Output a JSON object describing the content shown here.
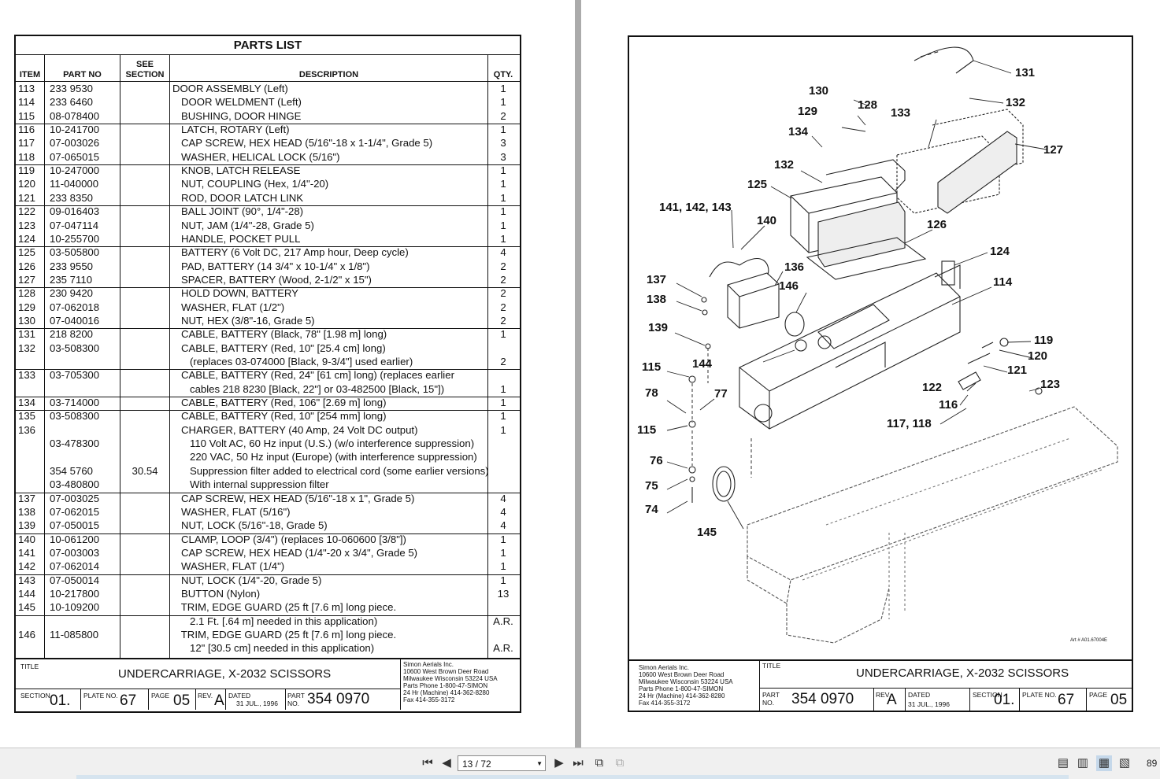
{
  "parts_list": {
    "title": "PARTS LIST",
    "headers": {
      "item": "ITEM",
      "part_no": "PART NO",
      "see_section_1": "SEE",
      "see_section_2": "SECTION",
      "description": "DESCRIPTION",
      "qty": "QTY."
    },
    "rows": [
      [
        "113",
        "233 9530",
        "",
        "DOOR ASSEMBLY (Left)",
        "1"
      ],
      [
        "114",
        "233 6460",
        "",
        "   DOOR WELDMENT (Left)",
        "1"
      ],
      [
        "115",
        "08-078400",
        "",
        "   BUSHING, DOOR HINGE",
        "2"
      ],
      [
        "116",
        "10-241700",
        "",
        "   LATCH, ROTARY (Left)",
        "1"
      ],
      [
        "117",
        "07-003026",
        "",
        "   CAP SCREW, HEX HEAD (5/16\"-18 x 1-1/4\", Grade 5)",
        "3"
      ],
      [
        "118",
        "07-065015",
        "",
        "   WASHER, HELICAL LOCK (5/16\")",
        "3"
      ],
      [
        "119",
        "10-247000",
        "",
        "   KNOB, LATCH RELEASE",
        "1"
      ],
      [
        "120",
        "11-040000",
        "",
        "   NUT, COUPLING (Hex, 1/4\"-20)",
        "1"
      ],
      [
        "121",
        "233 8350",
        "",
        "   ROD, DOOR LATCH LINK",
        "1"
      ],
      [
        "122",
        "09-016403",
        "",
        "   BALL JOINT (90°, 1/4\"-28)",
        "1"
      ],
      [
        "123",
        "07-047114",
        "",
        "   NUT, JAM (1/4\"-28, Grade 5)",
        "1"
      ],
      [
        "124",
        "10-255700",
        "",
        "   HANDLE, POCKET PULL",
        "1"
      ],
      [
        "125",
        "03-505800",
        "",
        "   BATTERY (6 Volt DC, 217 Amp hour, Deep cycle)",
        "4"
      ],
      [
        "126",
        "233 9550",
        "",
        "   PAD, BATTERY (14 3/4\" x 10-1/4\" x 1/8\")",
        "2"
      ],
      [
        "127",
        "235 7110",
        "",
        "   SPACER, BATTERY (Wood, 2-1/2\" x 15\")",
        "2"
      ],
      [
        "128",
        "230 9420",
        "",
        "   HOLD DOWN, BATTERY",
        "2"
      ],
      [
        "129",
        "07-062018",
        "",
        "   WASHER, FLAT (1/2\")",
        "2"
      ],
      [
        "130",
        "07-040016",
        "",
        "   NUT, HEX (3/8\"-16, Grade 5)",
        "2"
      ],
      [
        "131",
        "218 8200",
        "",
        "   CABLE, BATTERY (Black, 78\" [1.98 m] long)",
        "1"
      ],
      [
        "132",
        "03-508300",
        "",
        "   CABLE, BATTERY (Red, 10\" [25.4 cm] long)",
        ""
      ],
      [
        "",
        "",
        "",
        "      (replaces 03-074000 [Black, 9-3/4\"] used earlier)",
        "2"
      ],
      [
        "133",
        "03-705300",
        "",
        "   CABLE, BATTERY (Red, 24\" [61 cm] long) (replaces earlier",
        ""
      ],
      [
        "",
        "",
        "",
        "      cables 218 8230 [Black, 22\"] or 03-482500 [Black, 15\"])",
        "1"
      ],
      [
        "134",
        "03-714000",
        "",
        "   CABLE, BATTERY (Red, 106\" [2.69 m] long)",
        "1"
      ],
      [
        "135",
        "03-508300",
        "",
        "   CABLE, BATTERY (Red, 10\" [254 mm] long)",
        "1"
      ],
      [
        "136",
        "",
        "",
        "   CHARGER, BATTERY (40 Amp, 24 Volt DC output)",
        "1"
      ],
      [
        "",
        "03-478300",
        "",
        "      110 Volt AC, 60 Hz input (U.S.) (w/o interference suppression)",
        ""
      ],
      [
        "",
        "",
        "",
        "      220 VAC, 50 Hz input (Europe) (with interference suppression)",
        ""
      ],
      [
        "",
        "354 5760",
        "30.54",
        "      Suppression filter added to electrical cord (some earlier versions)",
        ""
      ],
      [
        "",
        "03-480800",
        "",
        "      With internal suppression filter",
        ""
      ],
      [
        "137",
        "07-003025",
        "",
        "   CAP SCREW, HEX HEAD (5/16\"-18 x 1\", Grade 5)",
        "4"
      ],
      [
        "138",
        "07-062015",
        "",
        "   WASHER, FLAT (5/16\")",
        "4"
      ],
      [
        "139",
        "07-050015",
        "",
        "   NUT, LOCK (5/16\"-18, Grade 5)",
        "4"
      ],
      [
        "140",
        "10-061200",
        "",
        "   CLAMP, LOOP (3/4\") (replaces 10-060600 [3/8\"])",
        "1"
      ],
      [
        "141",
        "07-003003",
        "",
        "   CAP SCREW, HEX HEAD (1/4\"-20 x 3/4\", Grade 5)",
        "1"
      ],
      [
        "142",
        "07-062014",
        "",
        "   WASHER, FLAT (1/4\")",
        "1"
      ],
      [
        "143",
        "07-050014",
        "",
        "   NUT, LOCK (1/4\"-20, Grade 5)",
        "1"
      ],
      [
        "144",
        "10-217800",
        "",
        "   BUTTON (Nylon)",
        "13"
      ],
      [
        "145",
        "10-109200",
        "",
        "   TRIM, EDGE GUARD (25 ft [7.6 m] long piece.",
        ""
      ],
      [
        "",
        "",
        "",
        "      2.1 Ft. [.64 m] needed in this application)",
        "A.R."
      ],
      [
        "146",
        "11-085800",
        "",
        "   TRIM, EDGE GUARD (25 ft [7.6 m] long piece.",
        ""
      ],
      [
        "",
        "",
        "",
        "      12\" [30.5 cm] needed in this application)",
        "A.R."
      ]
    ]
  },
  "title_block": {
    "title_label": "TITLE",
    "title": "UNDERCARRIAGE, X-2032 SCISSORS",
    "company": [
      "Simon Aerials Inc.",
      "10600 West Brown Deer Road",
      "Milwaukee Wisconsin 53224 USA",
      "Parts Phone 1-800-47-SIMON",
      "24 Hr (Machine) 414-362-8280",
      "Fax 414-355-3172"
    ],
    "section_label": "SECTION",
    "section": "01.",
    "plate_label": "PLATE NO.",
    "plate": "67",
    "page_label": "PAGE",
    "page": "05",
    "rev_label": "REV.",
    "rev": "A",
    "dated_label": "DATED",
    "dated": "31 JUL., 1996",
    "part_label_1": "PART",
    "part_label_2": "NO.",
    "part_no": "354 0970"
  },
  "drawing": {
    "art_no": "Art # A01.67004E",
    "callouts": [
      "131",
      "132",
      "130",
      "128",
      "129",
      "133",
      "127",
      "134",
      "132",
      "125",
      "141, 142, 143",
      "140",
      "126",
      "124",
      "136",
      "114",
      "137",
      "146",
      "138",
      "139",
      "119",
      "120",
      "121",
      "115",
      "144",
      "122",
      "123",
      "78",
      "77",
      "116",
      "117, 118",
      "115",
      "76",
      "75",
      "74",
      "145"
    ]
  },
  "toolbar": {
    "page_display": "13 / 72",
    "zoom": "89",
    "icons": [
      "first-page",
      "prev-page",
      "next-page",
      "last-page",
      "fit-page",
      "fit-width",
      "single-page",
      "continuous",
      "two-page",
      "two-page-continuous"
    ]
  }
}
